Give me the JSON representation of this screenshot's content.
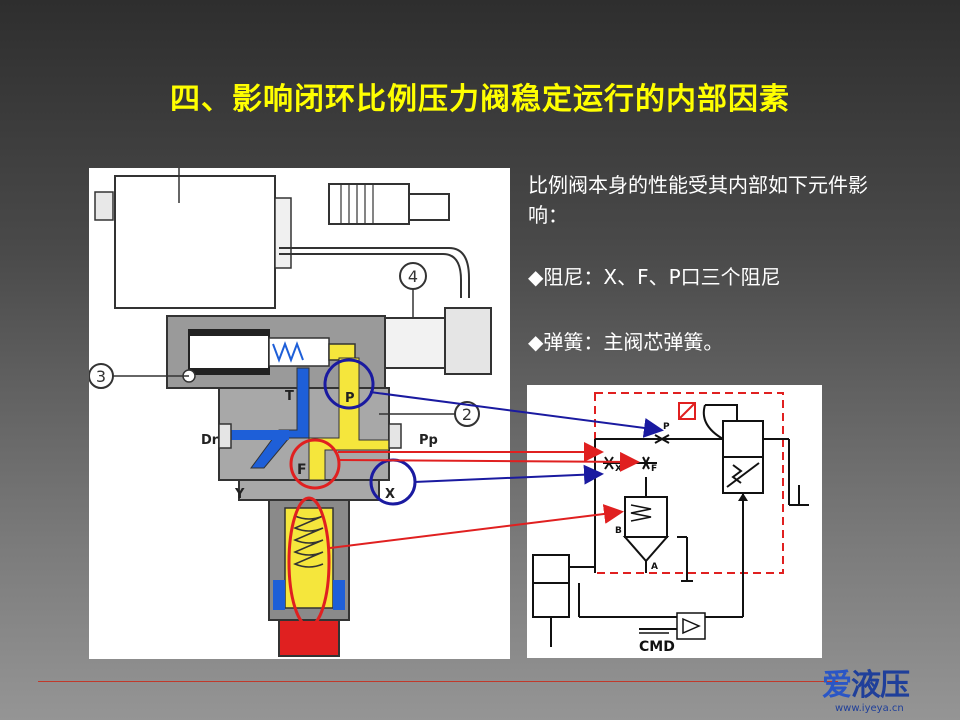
{
  "title": "四、影响闭环比例压力阀稳定运行的内部因素",
  "intro_text": "比例阀本身的性能受其内部如下元件影响：",
  "bullets": [
    {
      "marker": "◆",
      "text": "阻尼：X、F、P口三个阻尼"
    },
    {
      "marker": "◆",
      "text": "弹簧：主阀芯弹簧。"
    }
  ],
  "valve_labels": {
    "callout_3": "3",
    "callout_2": "2",
    "callout_4": "4",
    "port_T": "T",
    "port_P": "P",
    "port_Dr": "Dr",
    "port_Pp": "Pp",
    "port_F": "F",
    "port_Y": "Y",
    "port_X": "X"
  },
  "schematic_labels": {
    "P": "P",
    "X": "X",
    "F": "F",
    "B": "B",
    "A": "A",
    "CMD": "CMD"
  },
  "logo": {
    "first": "爱",
    "rest": "液压"
  },
  "site": "www.iyeya.cn",
  "colors": {
    "title": "#ffff00",
    "highlight_red": "#e02020",
    "highlight_blue": "#1a1aa0",
    "channel_yellow": "#f5e63c",
    "channel_blue": "#1e5fd8"
  }
}
